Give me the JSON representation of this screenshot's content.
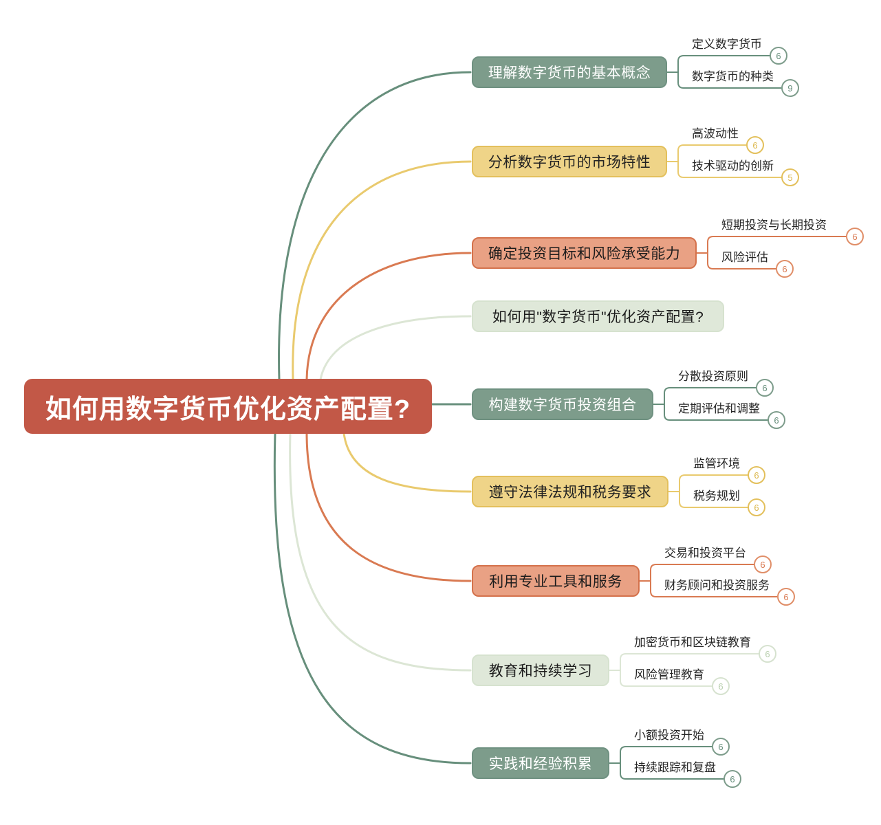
{
  "central": {
    "label": "如何用数字货币优化资产配置?"
  },
  "palette": {
    "central_bg": "#c25847",
    "green_fill": "#7d9c8b",
    "green_line": "#678f7c",
    "yellow_fill": "#efd488",
    "yellow_line": "#e9ca6e",
    "orange_fill": "#e9a184",
    "orange_line": "#d97a52",
    "pale_fill": "#dfe8d9",
    "pale_line": "#dce6d5",
    "background": "#ffffff",
    "child_text": "#262626"
  },
  "branches": [
    {
      "label": "理解数字货币的基本概念",
      "color": "green",
      "children": [
        {
          "label": "定义数字货币",
          "count": "6"
        },
        {
          "label": "数字货币的种类",
          "count": "9"
        }
      ]
    },
    {
      "label": "分析数字货币的市场特性",
      "color": "yellow",
      "children": [
        {
          "label": "高波动性",
          "count": "6"
        },
        {
          "label": "技术驱动的创新",
          "count": "5"
        }
      ]
    },
    {
      "label": "确定投资目标和风险承受能力",
      "color": "orange",
      "children": [
        {
          "label": "短期投资与长期投资",
          "count": "6"
        },
        {
          "label": "风险评估",
          "count": "6"
        }
      ]
    },
    {
      "label": "如何用\"数字货币\"优化资产配置?",
      "color": "pale",
      "children": []
    },
    {
      "label": "构建数字货币投资组合",
      "color": "green",
      "children": [
        {
          "label": "分散投资原则",
          "count": "6"
        },
        {
          "label": "定期评估和调整",
          "count": "6"
        }
      ]
    },
    {
      "label": "遵守法律法规和税务要求",
      "color": "yellow",
      "children": [
        {
          "label": "监管环境",
          "count": "6"
        },
        {
          "label": "税务规划",
          "count": "6"
        }
      ]
    },
    {
      "label": "利用专业工具和服务",
      "color": "orange",
      "children": [
        {
          "label": "交易和投资平台",
          "count": "6"
        },
        {
          "label": "财务顾问和投资服务",
          "count": "6"
        }
      ]
    },
    {
      "label": "教育和持续学习",
      "color": "pale",
      "children": [
        {
          "label": "加密货币和区块链教育",
          "count": "6"
        },
        {
          "label": "风险管理教育",
          "count": "6"
        }
      ]
    },
    {
      "label": "实践和经验积累",
      "color": "green",
      "children": [
        {
          "label": "小额投资开始",
          "count": "6"
        },
        {
          "label": "持续跟踪和复盘",
          "count": "6"
        }
      ]
    }
  ]
}
